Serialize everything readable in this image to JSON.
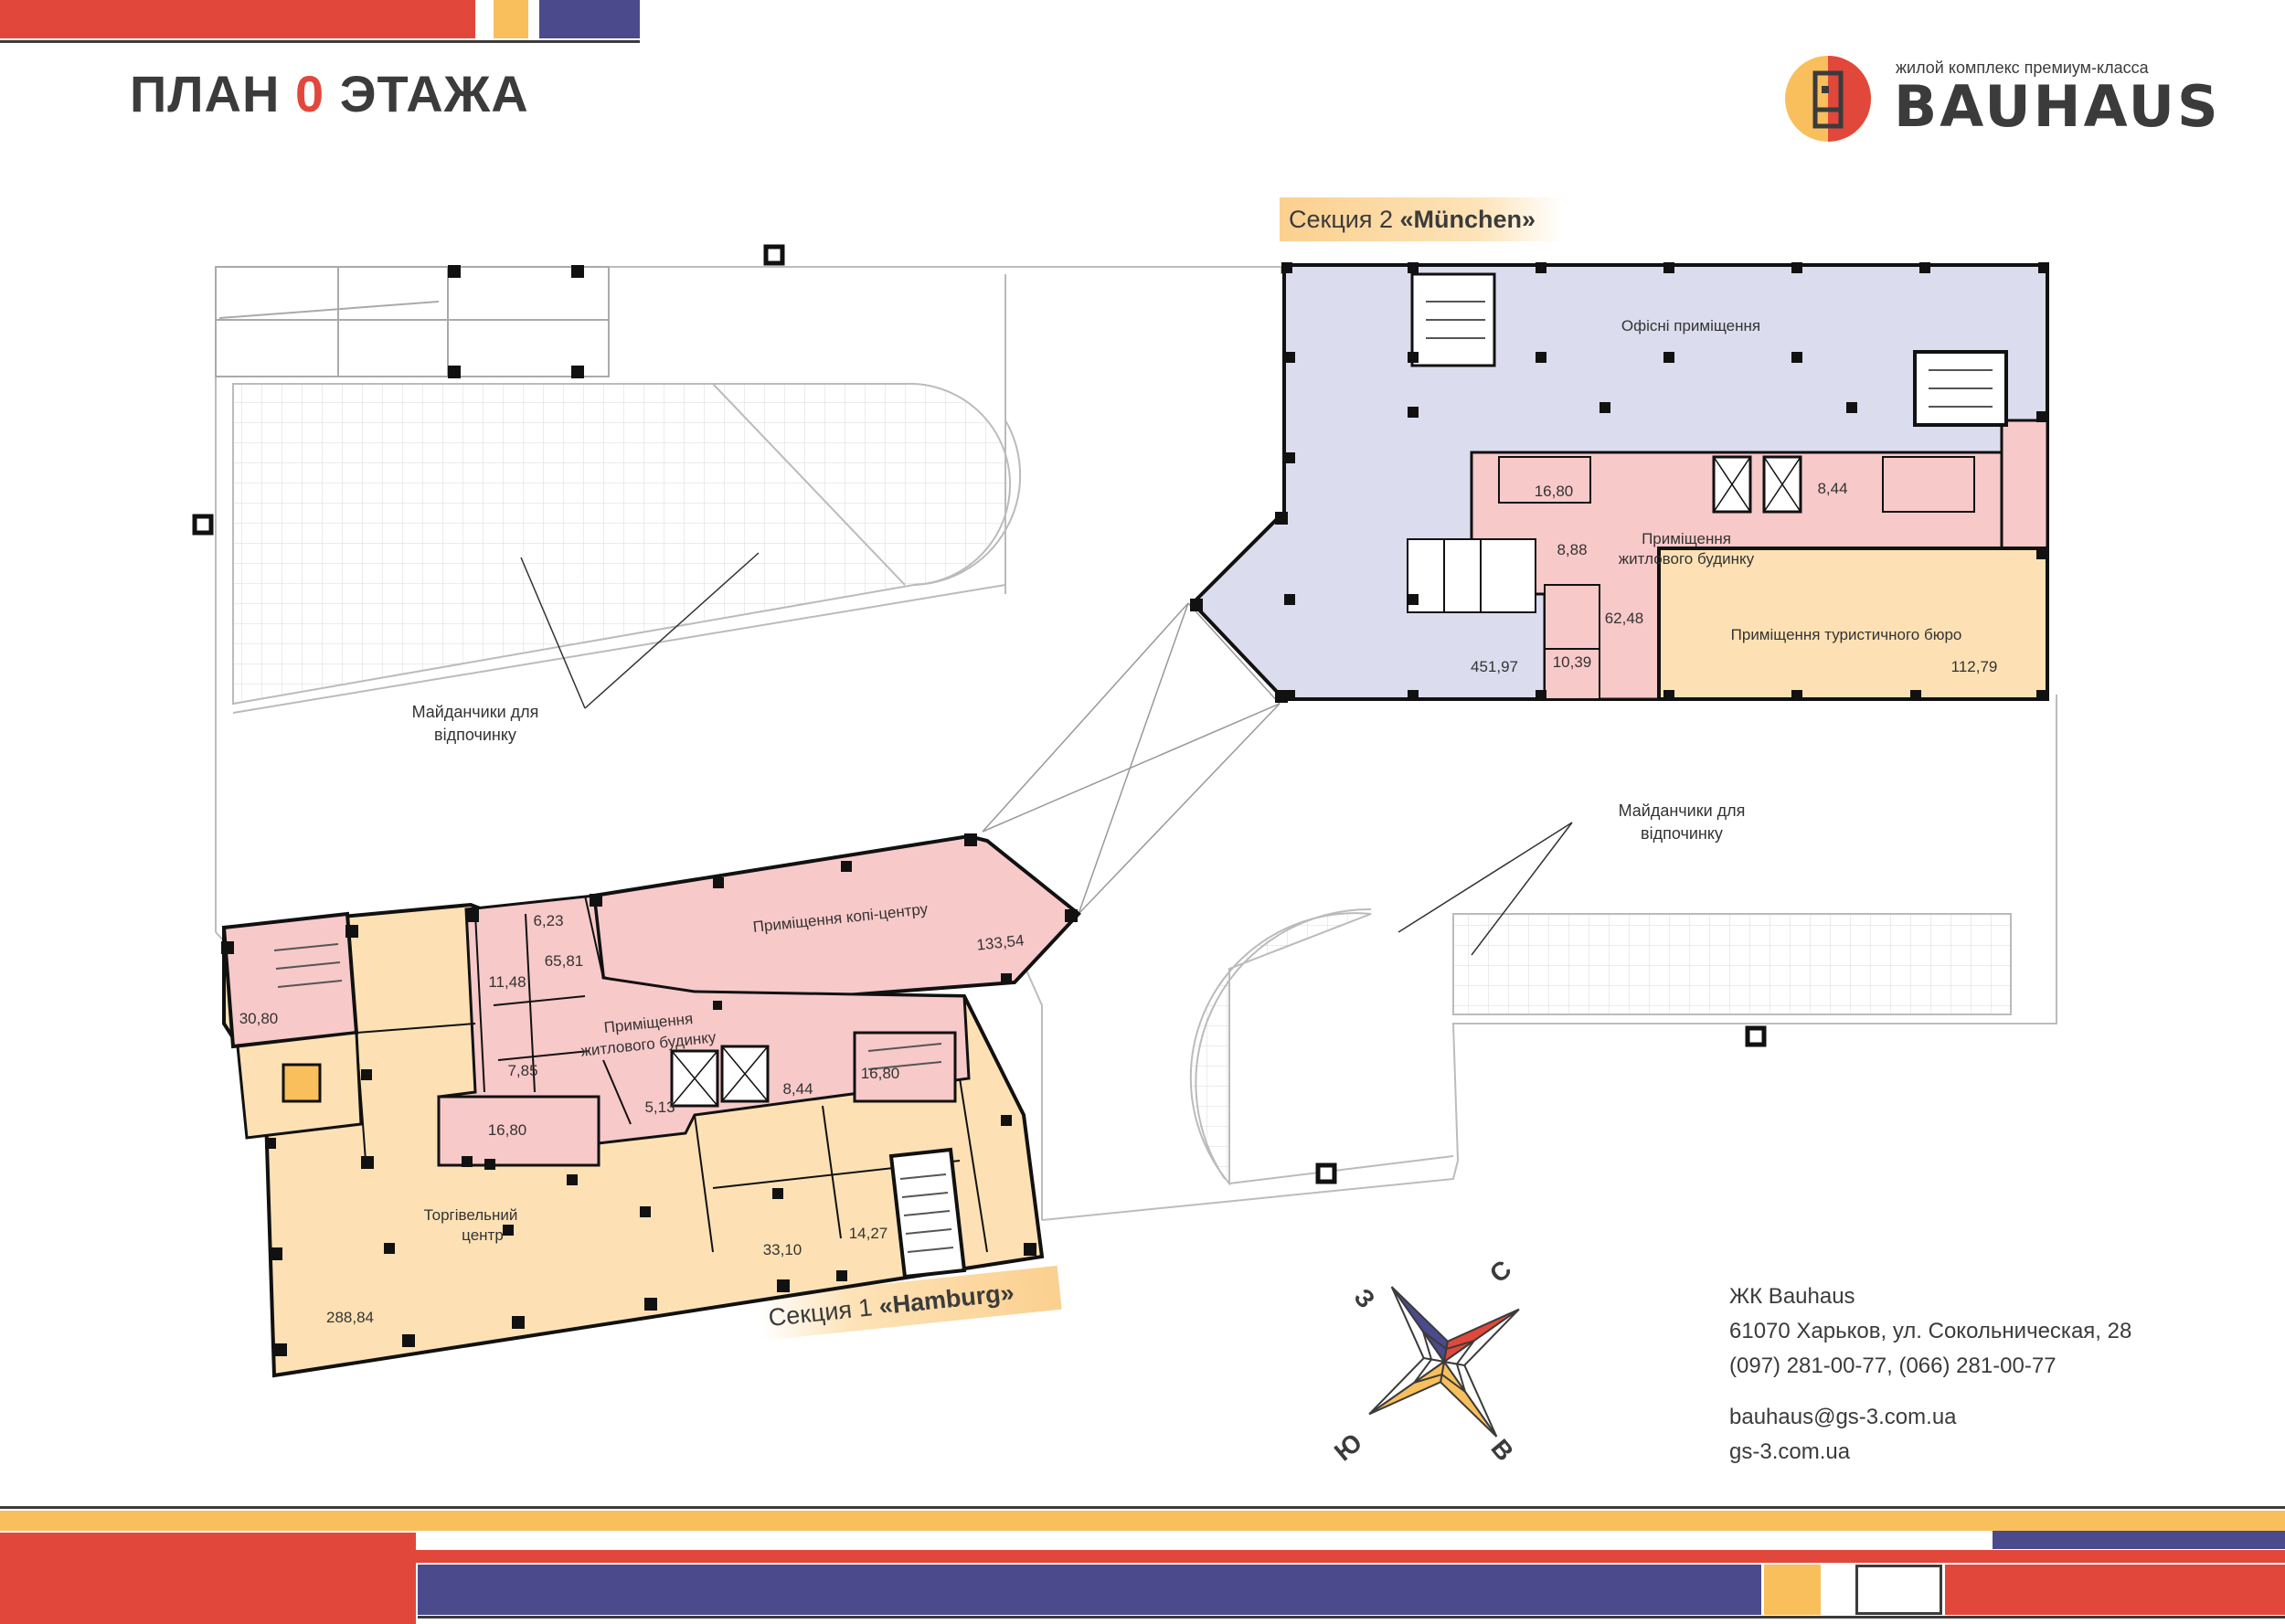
{
  "header": {
    "title_prefix": "ПЛАН ",
    "title_number": "0",
    "title_suffix": " ЭТАЖА",
    "logo_subtitle": "жилой комплекс премиум-класса",
    "logo_word": "BAUHAUS"
  },
  "sections": {
    "section2_prefix": "Секция 2 ",
    "section2_name": "«München»",
    "section1_prefix": "Секция 1 ",
    "section1_name": "«Hamburg»"
  },
  "rooms_section2": {
    "office_label": "Офісні приміщення",
    "office_area": "451,97",
    "lobby_label_1": "Приміщення",
    "lobby_label_2": "житлового будинку",
    "lobby_area": "62,48",
    "stair_area": "16,80",
    "lift_area": "8,44",
    "small_a": "8,88",
    "small_b": "10,39",
    "travel_label": "Приміщення туристичного бюро",
    "travel_area": "112,79"
  },
  "rooms_section1": {
    "copy_label": "Приміщення копі-центру",
    "copy_area": "133,54",
    "room_623": "6,23",
    "lobby_area": "65,81",
    "room_1148": "11,48",
    "lobby_label_1": "Приміщення",
    "lobby_label_2": "житлового будинку",
    "room_785": "7,85",
    "room_513": "5,13",
    "lift_area": "8,44",
    "stair_area_a": "16,80",
    "stair_area_b": "16,80",
    "stair_left": "30,80",
    "mall_label_1": "Торгівельний",
    "mall_label_2": "центр",
    "mall_area": "288,84",
    "room_3310": "33,10",
    "room_1427": "14,27"
  },
  "outdoor": {
    "rest_left_1": "Майданчики для",
    "rest_left_2": "відпочинку",
    "rest_right_1": "Майданчики для",
    "rest_right_2": "відпочинку"
  },
  "compass": {
    "west": "З",
    "north": "С",
    "east": "В",
    "south": "Ю"
  },
  "contact": {
    "name": "ЖК Bauhaus",
    "address": "61070 Харьков, ул. Сокольническая, 28",
    "phones": "(097) 281-00-77, (066) 281-00-77",
    "email": "bauhaus@gs-3.com.ua",
    "site": "gs-3.com.ua"
  },
  "colors": {
    "red": "#e2473c",
    "yellow": "#f8bf5c",
    "navy": "#4a4a8c",
    "office_fill": "#dcdcef",
    "residential_fill": "#f8c9c9",
    "commercial_fill": "#fde1b4",
    "text": "#3b3b3b"
  }
}
